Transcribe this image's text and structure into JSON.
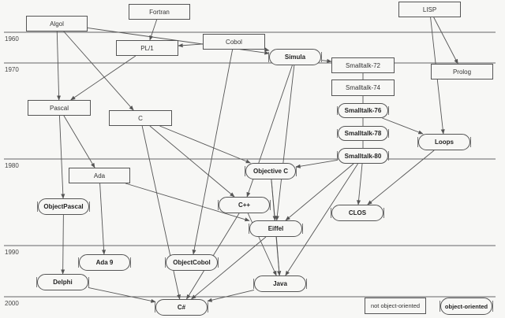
{
  "title": "Programming language genealogy",
  "years": [
    "1960",
    "1970",
    "1980",
    "1990",
    "2000"
  ],
  "nodes": {
    "algol": {
      "label": "Algol",
      "oo": false
    },
    "fortran": {
      "label": "Fortran",
      "oo": false
    },
    "lisp": {
      "label": "LISP",
      "oo": false
    },
    "cobol": {
      "label": "Cobol",
      "oo": false
    },
    "pl1": {
      "label": "PL/1",
      "oo": false
    },
    "simula": {
      "label": "Simula",
      "oo": true
    },
    "smalltalk72": {
      "label": "Smalltalk-72",
      "oo": false
    },
    "prolog": {
      "label": "Prolog",
      "oo": false
    },
    "smalltalk74": {
      "label": "Smalltalk-74",
      "oo": false
    },
    "pascal": {
      "label": "Pascal",
      "oo": false
    },
    "c": {
      "label": "C",
      "oo": false
    },
    "smalltalk76": {
      "label": "Smalltalk-76",
      "oo": true
    },
    "smalltalk78": {
      "label": "Smalltalk-78",
      "oo": true
    },
    "loops": {
      "label": "Loops",
      "oo": true
    },
    "smalltalk80": {
      "label": "Smalltalk-80",
      "oo": true
    },
    "ada": {
      "label": "Ada",
      "oo": false
    },
    "objectivec": {
      "label": "Objective C",
      "oo": true
    },
    "objectpascal": {
      "label": "ObjectPascal",
      "oo": true
    },
    "cpp": {
      "label": "C++",
      "oo": true
    },
    "clos": {
      "label": "CLOS",
      "oo": true
    },
    "eiffel": {
      "label": "Eiffel",
      "oo": true
    },
    "ada9": {
      "label": "Ada 9",
      "oo": true
    },
    "objectcobol": {
      "label": "ObjectCobol",
      "oo": true
    },
    "delphi": {
      "label": "Delphi",
      "oo": true
    },
    "java": {
      "label": "Java",
      "oo": true
    },
    "csharp": {
      "label": "C#",
      "oo": true
    }
  },
  "edges": [
    [
      "algol",
      "pascal"
    ],
    [
      "algol",
      "c"
    ],
    [
      "algol",
      "simula"
    ],
    [
      "fortran",
      "pl1"
    ],
    [
      "cobol",
      "pl1"
    ],
    [
      "cobol",
      "simula"
    ],
    [
      "cobol",
      "objectcobol"
    ],
    [
      "pl1",
      "pascal"
    ],
    [
      "lisp",
      "prolog"
    ],
    [
      "lisp",
      "loops"
    ],
    [
      "simula",
      "smalltalk72"
    ],
    [
      "simula",
      "cpp"
    ],
    [
      "simula",
      "eiffel"
    ],
    [
      "smalltalk72",
      "smalltalk74"
    ],
    [
      "smalltalk74",
      "smalltalk76"
    ],
    [
      "smalltalk76",
      "smalltalk78"
    ],
    [
      "smalltalk78",
      "smalltalk80"
    ],
    [
      "smalltalk76",
      "loops"
    ],
    [
      "loops",
      "clos"
    ],
    [
      "smalltalk80",
      "objectivec"
    ],
    [
      "smalltalk80",
      "clos"
    ],
    [
      "smalltalk80",
      "eiffel"
    ],
    [
      "smalltalk80",
      "java"
    ],
    [
      "pascal",
      "objectpascal"
    ],
    [
      "pascal",
      "ada"
    ],
    [
      "c",
      "objectivec"
    ],
    [
      "c",
      "cpp"
    ],
    [
      "c",
      "csharp"
    ],
    [
      "ada",
      "ada9"
    ],
    [
      "ada",
      "eiffel"
    ],
    [
      "objectivec",
      "eiffel"
    ],
    [
      "objectivec",
      "java"
    ],
    [
      "cpp",
      "java"
    ],
    [
      "cpp",
      "csharp"
    ],
    [
      "eiffel",
      "java"
    ],
    [
      "eiffel",
      "csharp"
    ],
    [
      "objectpascal",
      "delphi"
    ],
    [
      "delphi",
      "csharp"
    ],
    [
      "java",
      "csharp"
    ]
  ],
  "legend": {
    "not_oo": "not object-oriented",
    "oo": "object-oriented"
  },
  "colors": {
    "line": "#555555",
    "background": "#f7f7f5"
  }
}
